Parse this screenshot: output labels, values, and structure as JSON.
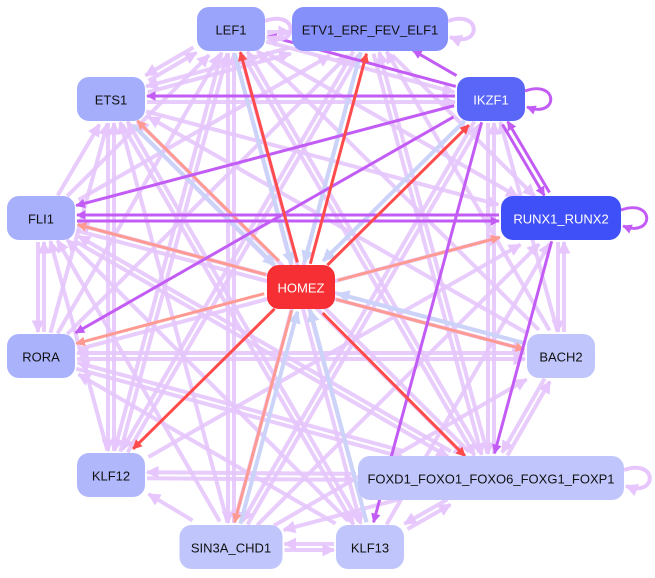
{
  "colors": {
    "light_edge": "#e6c6fc",
    "strong_edge": "#c25cf5",
    "red_edge": "#ff4b4b",
    "salmon_edge": "#ff9a92",
    "blue_edge": "#cbd3f8"
  },
  "nodes": [
    {
      "id": "LEF1",
      "label": "LEF1",
      "color": "#9aa4fb",
      "text": "#111"
    },
    {
      "id": "ETV1",
      "label": "ETV1_ERF_FEV_ELF1",
      "color": "#8590fb",
      "text": "#111"
    },
    {
      "id": "IKZF1",
      "label": "IKZF1",
      "color": "#5a66f8",
      "text": "#fff"
    },
    {
      "id": "ETS1",
      "label": "ETS1",
      "color": "#a4aefb",
      "text": "#111"
    },
    {
      "id": "FLI1",
      "label": "FLI1",
      "color": "#a8b0fb",
      "text": "#111"
    },
    {
      "id": "RUNX1",
      "label": "RUNX1_RUNX2",
      "color": "#4050f8",
      "text": "#fff"
    },
    {
      "id": "HOMEZ",
      "label": "HOMEZ",
      "color": "#f52f33",
      "text": "#fff"
    },
    {
      "id": "RORA",
      "label": "RORA",
      "color": "#aab2fb",
      "text": "#111"
    },
    {
      "id": "BACH2",
      "label": "BACH2",
      "color": "#c0c6fb",
      "text": "#111"
    },
    {
      "id": "KLF12",
      "label": "KLF12",
      "color": "#b0b8fb",
      "text": "#111"
    },
    {
      "id": "FOXD1",
      "label": "FOXD1_FOXO1_FOXO6_FOXG1_FOXP1",
      "color": "#c0c6fb",
      "text": "#111"
    },
    {
      "id": "SIN3A",
      "label": "SIN3A_CHD1",
      "color": "#c0c6fb",
      "text": "#111"
    },
    {
      "id": "KLF13",
      "label": "KLF13",
      "color": "#c0c6fb",
      "text": "#111"
    }
  ],
  "edges": [
    [
      "ETS1",
      "LEF1",
      "light"
    ],
    [
      "LEF1",
      "ETS1",
      "light"
    ],
    [
      "ETS1",
      "ETV1",
      "light"
    ],
    [
      "ETS1",
      "IKZF1",
      "light"
    ],
    [
      "IKZF1",
      "ETS1",
      "strong"
    ],
    [
      "FLI1",
      "LEF1",
      "light"
    ],
    [
      "FLI1",
      "ETV1",
      "light"
    ],
    [
      "FLI1",
      "ETS1",
      "light"
    ],
    [
      "FLI1",
      "RUNX1",
      "strong"
    ],
    [
      "RUNX1",
      "FLI1",
      "strong"
    ],
    [
      "IKZF1",
      "FLI1",
      "strong"
    ],
    [
      "RORA",
      "ETS1",
      "light"
    ],
    [
      "RORA",
      "FLI1",
      "light"
    ],
    [
      "RORA",
      "LEF1",
      "light"
    ],
    [
      "RORA",
      "ETV1",
      "light"
    ],
    [
      "RORA",
      "RUNX1",
      "light"
    ],
    [
      "RORA",
      "BACH2",
      "light"
    ],
    [
      "IKZF1",
      "RORA",
      "strong"
    ],
    [
      "RORA",
      "FOXD1",
      "light"
    ],
    [
      "KLF12",
      "ETS1",
      "light"
    ],
    [
      "KLF12",
      "FLI1",
      "light"
    ],
    [
      "KLF12",
      "LEF1",
      "light"
    ],
    [
      "KLF12",
      "RUNX1",
      "light"
    ],
    [
      "KLF12",
      "FOXD1",
      "light"
    ],
    [
      "FOXD1",
      "KLF12",
      "light"
    ],
    [
      "KLF12",
      "ETV1",
      "light"
    ],
    [
      "SIN3A",
      "ETS1",
      "light"
    ],
    [
      "SIN3A",
      "FLI1",
      "light"
    ],
    [
      "SIN3A",
      "LEF1",
      "light"
    ],
    [
      "SIN3A",
      "RUNX1",
      "light"
    ],
    [
      "SIN3A",
      "KLF13",
      "light"
    ],
    [
      "KLF13",
      "SIN3A",
      "light"
    ],
    [
      "SIN3A",
      "KLF12",
      "light"
    ],
    [
      "SIN3A",
      "IKZF1",
      "light"
    ],
    [
      "SIN3A",
      "BACH2",
      "light"
    ],
    [
      "KLF13",
      "LEF1",
      "light"
    ],
    [
      "KLF13",
      "ETS1",
      "light"
    ],
    [
      "KLF13",
      "FLI1",
      "light"
    ],
    [
      "IKZF1",
      "KLF13",
      "strong"
    ],
    [
      "KLF13",
      "RUNX1",
      "light"
    ],
    [
      "KLF13",
      "FOXD1",
      "light"
    ],
    [
      "FOXD1",
      "KLF13",
      "light"
    ],
    [
      "KLF13",
      "RORA",
      "light"
    ],
    [
      "FOXD1",
      "LEF1",
      "light"
    ],
    [
      "FOXD1",
      "ETV1",
      "light"
    ],
    [
      "FOXD1",
      "ETS1",
      "light"
    ],
    [
      "FOXD1",
      "FLI1",
      "light"
    ],
    [
      "FOXD1",
      "RORA",
      "light"
    ],
    [
      "RUNX1",
      "FOXD1",
      "strong"
    ],
    [
      "FOXD1",
      "IKZF1",
      "light"
    ],
    [
      "FOXD1",
      "BACH2",
      "light"
    ],
    [
      "FOXD1",
      "SIN3A",
      "light"
    ],
    [
      "BACH2",
      "LEF1",
      "light"
    ],
    [
      "BACH2",
      "ETV1",
      "light"
    ],
    [
      "BACH2",
      "ETS1",
      "light"
    ],
    [
      "BACH2",
      "FLI1",
      "light"
    ],
    [
      "BACH2",
      "RUNX1",
      "light"
    ],
    [
      "RUNX1",
      "BACH2",
      "light"
    ],
    [
      "BACH2",
      "IKZF1",
      "light"
    ],
    [
      "BACH2",
      "FOXD1",
      "light"
    ],
    [
      "BACH2",
      "RORA",
      "light"
    ],
    [
      "LEF1",
      "ETV1",
      "light"
    ],
    [
      "LEF1",
      "IKZF1",
      "light"
    ],
    [
      "LEF1",
      "RUNX1",
      "light"
    ],
    [
      "LEF1",
      "FOXD1",
      "light"
    ],
    [
      "LEF1",
      "SIN3A",
      "light"
    ],
    [
      "LEF1",
      "KLF13",
      "light"
    ],
    [
      "LEF1",
      "KLF12",
      "light"
    ],
    [
      "IKZF1",
      "LEF1",
      "strong"
    ],
    [
      "ETV1",
      "RUNX1",
      "light"
    ],
    [
      "ETV1",
      "FOXD1",
      "light"
    ],
    [
      "ETV1",
      "KLF12",
      "light"
    ],
    [
      "ETV1",
      "SIN3A",
      "light"
    ],
    [
      "IKZF1",
      "ETV1",
      "strong"
    ],
    [
      "ETV1",
      "ETS1",
      "light"
    ],
    [
      "IKZF1",
      "RUNX1",
      "strong"
    ],
    [
      "RUNX1",
      "IKZF1",
      "strong"
    ],
    [
      "IKZF1",
      "FOXD1",
      "light"
    ],
    [
      "IKZF1",
      "SIN3A",
      "light"
    ],
    [
      "ETS1",
      "RUNX1",
      "light"
    ],
    [
      "ETS1",
      "FOXD1",
      "light"
    ],
    [
      "ETS1",
      "KLF12",
      "light"
    ],
    [
      "ETS1",
      "KLF13",
      "light"
    ],
    [
      "FLI1",
      "BACH2",
      "light"
    ],
    [
      "FLI1",
      "FOXD1",
      "light"
    ],
    [
      "FLI1",
      "RORA",
      "light"
    ],
    [
      "LEF1",
      "HOMEZ",
      "blue"
    ],
    [
      "ETV1",
      "HOMEZ",
      "blue"
    ],
    [
      "ETS1",
      "HOMEZ",
      "blue"
    ],
    [
      "IKZF1",
      "HOMEZ",
      "blue"
    ],
    [
      "BACH2",
      "HOMEZ",
      "blue"
    ],
    [
      "KLF13",
      "HOMEZ",
      "blue"
    ],
    [
      "SIN3A",
      "HOMEZ",
      "blue"
    ],
    [
      "HOMEZ",
      "LEF1",
      "red"
    ],
    [
      "HOMEZ",
      "ETV1",
      "red"
    ],
    [
      "HOMEZ",
      "IKZF1",
      "red"
    ],
    [
      "HOMEZ",
      "KLF12",
      "red"
    ],
    [
      "HOMEZ",
      "FOXD1",
      "red"
    ],
    [
      "HOMEZ",
      "ETS1",
      "salmon"
    ],
    [
      "HOMEZ",
      "FLI1",
      "salmon"
    ],
    [
      "HOMEZ",
      "RUNX1",
      "salmon"
    ],
    [
      "HOMEZ",
      "RORA",
      "salmon"
    ],
    [
      "HOMEZ",
      "SIN3A",
      "salmon"
    ],
    [
      "HOMEZ",
      "BACH2",
      "salmon"
    ]
  ],
  "self_loops": [
    [
      "LEF1",
      "light"
    ],
    [
      "ETV1",
      "light"
    ],
    [
      "IKZF1",
      "strong"
    ],
    [
      "RUNX1",
      "strong"
    ],
    [
      "FOXD1",
      "light"
    ]
  ]
}
